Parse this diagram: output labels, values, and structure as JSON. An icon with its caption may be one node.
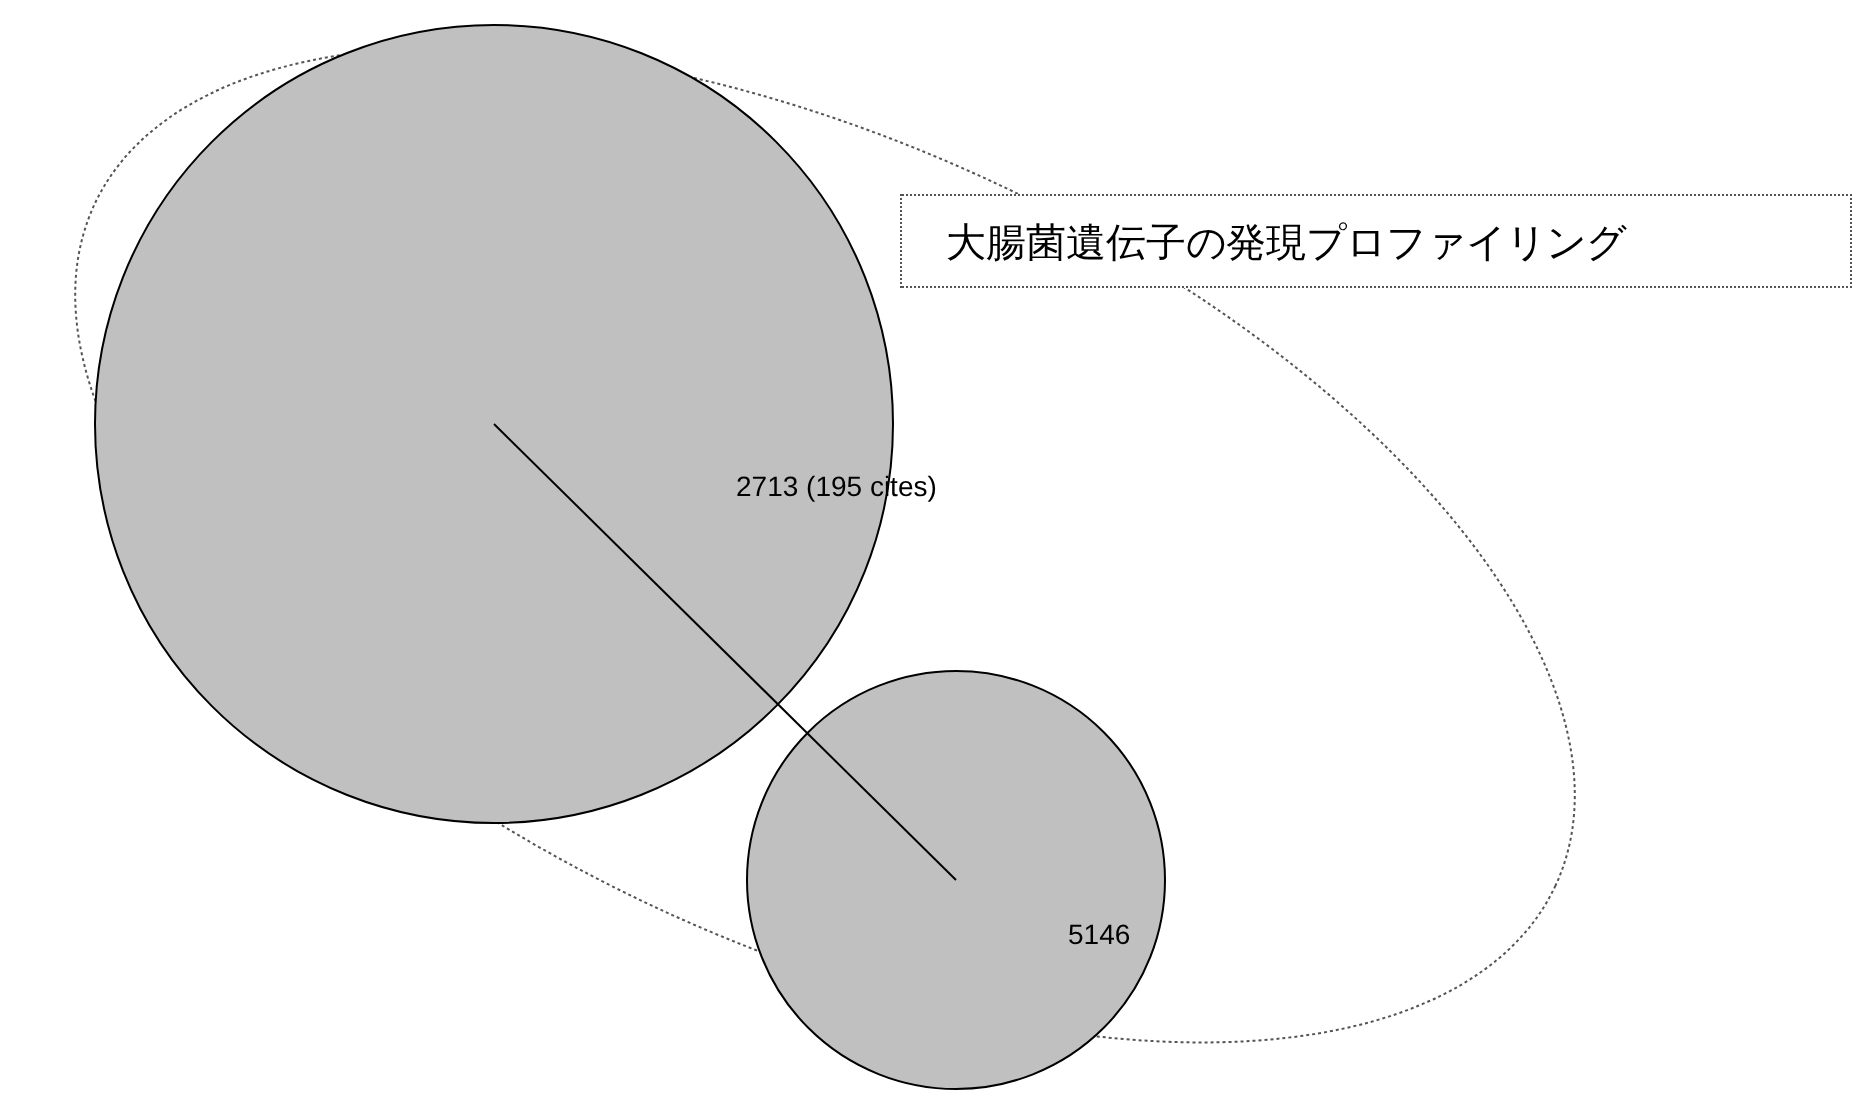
{
  "diagram": {
    "nodes": [
      {
        "text": [],
        "shape": "ellipse"
      },
      {
        "text": [
          "大腸菌遺伝子の発現プロファイリング"
        ]
      },
      {
        "text": [
          "2713 (195 cites)"
        ],
        "in": 0
      },
      {
        "text": [
          "5146"
        ],
        "in": 0
      }
    ],
    "edges": [
      {
        "from": 2,
        "to": 3,
        "arrow": "none"
      }
    ]
  }
}
